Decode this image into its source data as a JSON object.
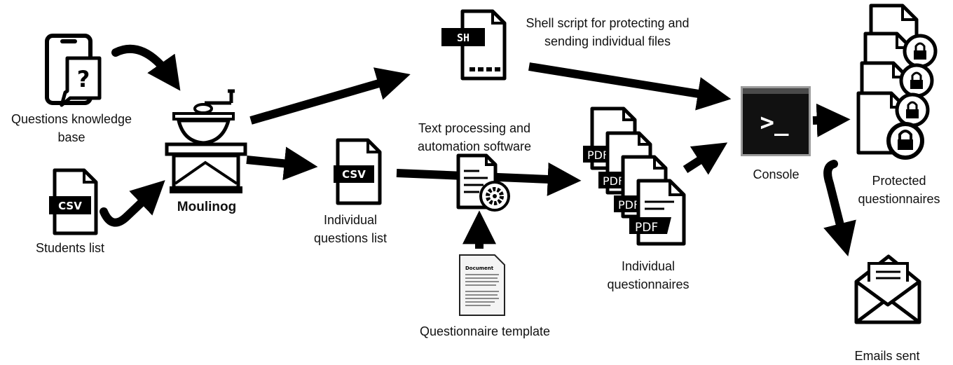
{
  "labels": {
    "knowledge_base": "Questions knowledge\nbase",
    "students": "Students list",
    "moulinog": "Moulinog",
    "individual_list": "Individual\nquestions list",
    "shell_script": "Shell script for protecting and\nsending individual files",
    "text_processing": "Text processing and\nautomation software",
    "template": "Questionnaire template",
    "individual_questionnaires": "Individual\nquestionnaires",
    "console": "Console",
    "protected": "Protected\nquestionnaires",
    "emails": "Emails sent"
  },
  "icon_text": {
    "csv": "CSV",
    "sh": "SH",
    "pdf": "PDF",
    "prompt": ">_",
    "doc_title": "Document"
  },
  "icons": [
    "phone-question-icon",
    "csv-file-icon",
    "coffee-grinder-icon",
    "sh-file-icon",
    "document-gear-icon",
    "document-template-icon",
    "pdf-stack-icon",
    "console-icon",
    "locked-files-icon",
    "envelope-icon"
  ]
}
